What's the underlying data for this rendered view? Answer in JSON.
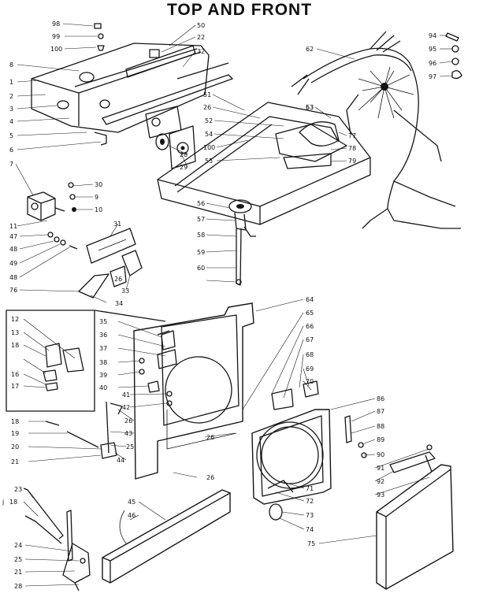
{
  "title": "TOP AND FRONT",
  "callouts": [
    "98",
    "99",
    "100",
    "8",
    "1",
    "2",
    "3",
    "4",
    "5",
    "6",
    "7",
    "11",
    "47",
    "48",
    "49",
    "48",
    "76",
    "50",
    "22",
    "32",
    "28",
    "29",
    "30",
    "9",
    "10",
    "31",
    "33",
    "26",
    "34",
    "51",
    "26",
    "52",
    "54",
    "100",
    "55",
    "53",
    "56",
    "57",
    "58",
    "59",
    "60",
    "62",
    "63",
    "77",
    "78",
    "79",
    "94",
    "95",
    "96",
    "97",
    "12",
    "13",
    "18",
    "16",
    "17",
    "35",
    "36",
    "37",
    "38",
    "39",
    "40",
    "41",
    "42",
    "26",
    "43",
    "25",
    "44",
    "18",
    "19",
    "20",
    "21",
    "64",
    "65",
    "66",
    "67",
    "68",
    "69",
    "70",
    "26",
    "26",
    "86",
    "87",
    "88",
    "89",
    "90",
    "91",
    "92",
    "93",
    "71",
    "72",
    "73",
    "74",
    "75",
    "45",
    "46",
    "23",
    "18",
    "24",
    "25",
    "21",
    "28"
  ],
  "side_mark": "j"
}
